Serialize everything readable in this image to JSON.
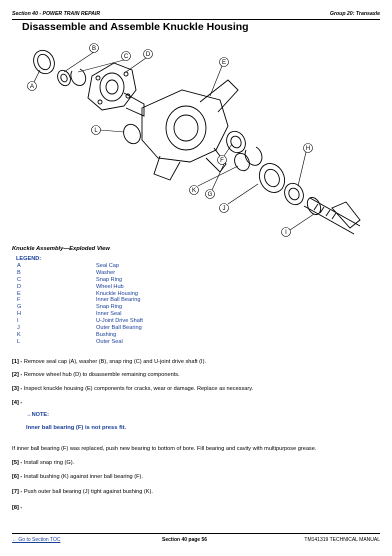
{
  "header": {
    "left": "Section 40 - POWER TRAIN REPAIR",
    "right": "Group 20: Transaxle"
  },
  "title": "Disassemble and Assemble Knuckle Housing",
  "figure": {
    "callouts": [
      "A",
      "B",
      "C",
      "D",
      "E",
      "F",
      "G",
      "H",
      "I",
      "J",
      "K",
      "L"
    ],
    "caption": "Knuckle Assembly—Exploded View"
  },
  "legend": {
    "title": "LEGEND:",
    "items": [
      {
        "key": "A",
        "label": "Seal Cap"
      },
      {
        "key": "B",
        "label": "Washer"
      },
      {
        "key": "C",
        "label": "Snap Ring"
      },
      {
        "key": "D",
        "label": "Wheel Hub"
      },
      {
        "key": "E",
        "label": "Knuckle Housing"
      },
      {
        "key": "F",
        "label": "Inner Ball Bearing"
      },
      {
        "key": "G",
        "label": "Snap Ring"
      },
      {
        "key": "H",
        "label": "Inner Seal"
      },
      {
        "key": "I",
        "label": "U-Joint Drive Shaft"
      },
      {
        "key": "J",
        "label": "Outer Ball Bearing"
      },
      {
        "key": "K",
        "label": "Bushing"
      },
      {
        "key": "L",
        "label": "Outer Seal"
      }
    ]
  },
  "steps": [
    {
      "num": "[1] -",
      "text": "Remove seal cap (A), washer (B), snap ring (C) and U-joint drive shaft (I)."
    },
    {
      "num": "[2] -",
      "text": "Remove wheel hub (D) to disassemble remaining components."
    },
    {
      "num": "[3] -",
      "text": "Inspect knuckle housing (E) components for cracks, wear or damage. Replace as necessary."
    },
    {
      "num": "[4] -",
      "text": ""
    },
    {
      "num": "",
      "text": "If inner ball bearing (F) was replaced, push new bearing to bottom of bore. Fill bearing and cavity with multipurpose grease."
    },
    {
      "num": "[5] -",
      "text": "Install snap ring (G)."
    },
    {
      "num": "[6] -",
      "text": "Install bushing (K) against inner ball bearing (F)."
    },
    {
      "num": "[7] -",
      "text": "Push outer ball bearing (J) tight against bushing (K)."
    },
    {
      "num": "[8] -",
      "text": ""
    }
  ],
  "note": {
    "label": "→NOTE:",
    "text": "Inner ball bearing (F) is not press fit."
  },
  "footer": {
    "link": "← Go to Section TOC",
    "center": "Section 40 page 56",
    "right": "TM141319 TECHNICAL MANUAL"
  }
}
